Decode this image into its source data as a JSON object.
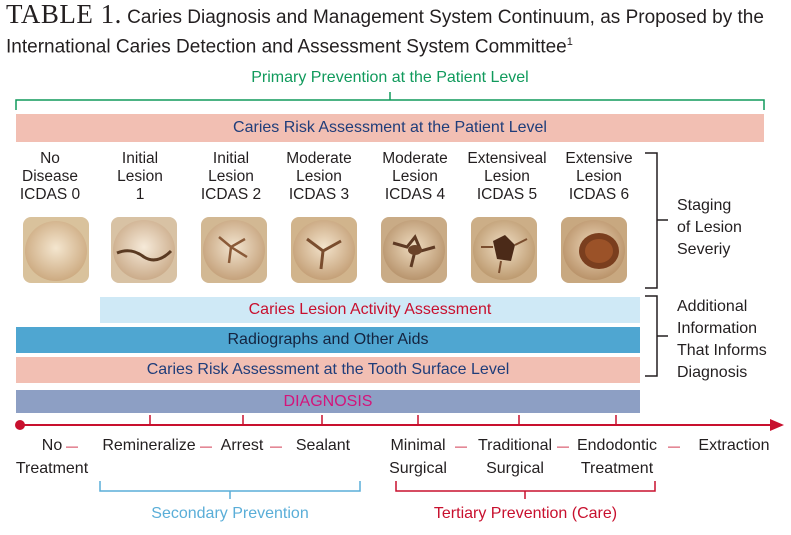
{
  "title": {
    "prefix": "TABLE 1.",
    "text": "Caries Diagnosis and Management System Continuum, as Proposed by the International Caries Detection and Assessment System Committee",
    "footnote": "1"
  },
  "primary_prevention": "Primary Prevention at the Patient Level",
  "patient_risk": "Caries Risk Assessment at the Patient Level",
  "stages": [
    {
      "line1": "No",
      "line2": "Disease",
      "line3": "ICDAS 0"
    },
    {
      "line1": "Initial",
      "line2": "Lesion",
      "line3": "1"
    },
    {
      "line1": "Initial",
      "line2": "Lesion",
      "line3": "ICDAS 2"
    },
    {
      "line1": "Moderate",
      "line2": "Lesion",
      "line3": "ICDAS 3"
    },
    {
      "line1": "Moderate",
      "line2": "Lesion",
      "line3": "ICDAS 4"
    },
    {
      "line1": "Extensiveal",
      "line2": "Lesion",
      "line3": "ICDAS 5"
    },
    {
      "line1": "Extensive",
      "line2": "Lesion",
      "line3": "ICDAS 6"
    }
  ],
  "staging": {
    "line1": "Staging",
    "line2": "of Lesion",
    "line3": "Severiy"
  },
  "activity": "Caries Lesion Activity Assessment",
  "radiographs": "Radiographs and Other Aids",
  "surface_risk": "Caries Risk Assessment at the Tooth Surface Level",
  "additional": {
    "line1": "Additional",
    "line2": "Information",
    "line3": "That Informs",
    "line4": "Diagnosis"
  },
  "diagnosis": "DIAGNOSIS",
  "continuum": [
    {
      "line1": "No",
      "line2": "Treatment"
    },
    {
      "line1": "Remineralize",
      "line2": ""
    },
    {
      "line1": "Arrest",
      "line2": ""
    },
    {
      "line1": "Sealant",
      "line2": ""
    },
    {
      "line1": "Minimal",
      "line2": "Surgical"
    },
    {
      "line1": "Traditional",
      "line2": "Surgical"
    },
    {
      "line1": "Endodontic",
      "line2": "Treatment"
    },
    {
      "line1": "Extraction",
      "line2": ""
    }
  ],
  "secondary_prevention": "Secondary Prevention",
  "tertiary_prevention": "Tertiary Prevention (Care)",
  "colors": {
    "green": "#109a5c",
    "pink_bar": "#f2bfb3",
    "light_blue_bar": "#cfe9f6",
    "blue_bar": "#4fa6d1",
    "diagnosis_bar": "#8d9fc4",
    "red": "#c8102e",
    "magenta": "#d4147a",
    "light_blue_text": "#5aaed8"
  }
}
